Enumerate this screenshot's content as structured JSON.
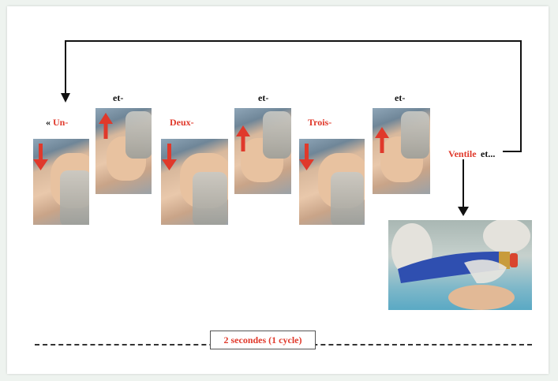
{
  "labels": {
    "un_prefix": "«",
    "un": "Un-",
    "deux": "Deux-",
    "trois": "Trois-",
    "et1": "et-",
    "et2": "et-",
    "et3": "et-",
    "ventile": "Ventile",
    "et_final": "et..."
  },
  "timeline": {
    "label": "2 secondes (1 cycle)"
  },
  "colors": {
    "accent": "#e0392b",
    "line": "#111111"
  },
  "icons": [
    "arrow-down-icon",
    "arrow-up-icon"
  ]
}
